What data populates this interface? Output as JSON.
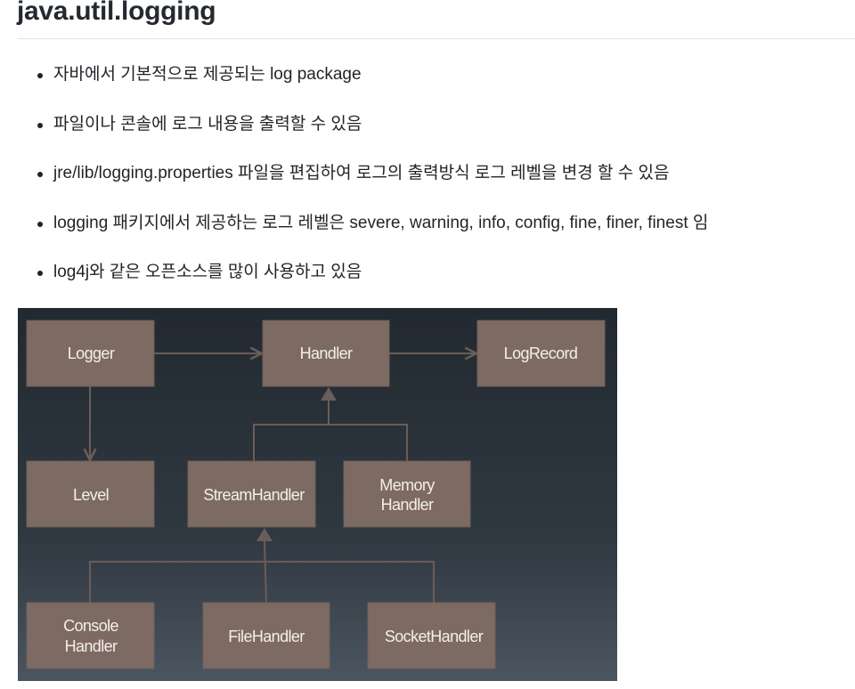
{
  "heading": "java.util.logging",
  "bullets": [
    "자바에서 기본적으로 제공되는 log package",
    "파일이나 콘솔에 로그 내용을 출력할 수 있음",
    "jre/lib/logging.properties 파일을 편집하여 로그의 출력방식 로그 레벨을 변경 할 수 있음",
    "logging 패키지에서 제공하는 로그 레벨은 severe, warning, info, config, fine, finer, finest 임",
    "log4j와 같은 오픈소스를 많이 사용하고 있음"
  ],
  "diagram": {
    "logger": "Logger",
    "handler": "Handler",
    "logrecord": "LogRecord",
    "level": "Level",
    "stream": "StreamHandler",
    "memory1": "Memory",
    "memory2": "Handler",
    "console1": "Console",
    "console2": "Handler",
    "file": "FileHandler",
    "socket": "SocketHandler",
    "box_color": "#7d6b63",
    "line_color": "#6b5d57"
  }
}
